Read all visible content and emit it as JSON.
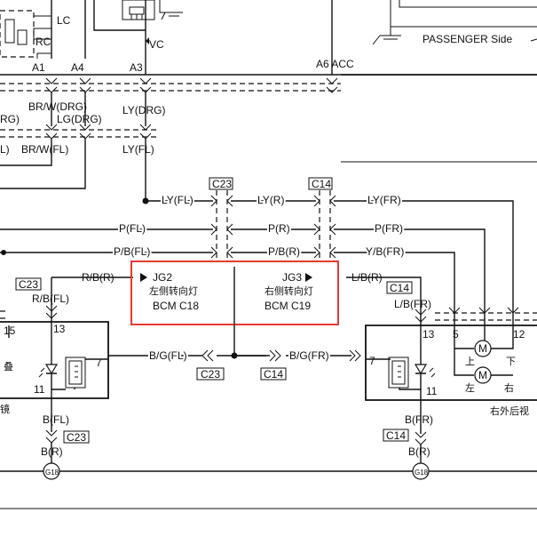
{
  "top": {
    "lc": "LC",
    "rc": "RC",
    "vc": "VC",
    "pins_left": [
      "A1",
      "A4",
      "A3"
    ],
    "a6": "A6 ACC",
    "passenger": "PASSENGER Side"
  },
  "wires": {
    "br_w_drg": "BR/W(DRG)",
    "rg_drg": "RG)",
    "lg_drg": "LG(DRG)",
    "ly_drg": "LY(DRG)",
    "l_partial": "L)",
    "br_w_fl": "BR/W(FL)",
    "ly_fl": "LY(FL)",
    "ly_fl_h": "LY(FL)",
    "ly_r": "LY(R)",
    "ly_fr": "LY(FR)",
    "p_fl": "P(FL)",
    "p_r": "P(R)",
    "p_fr": "P(FR)",
    "pb_fl": "P/B(FL)",
    "pb_r": "P/B(R)",
    "yb_fr": "Y/B(FR)",
    "rb_r": "R/B(R)",
    "rb_fl": "R/B(FL)",
    "lb_r": "L/B(R)",
    "lb_fr": "L/B(FR)",
    "bg_fl": "B/G(FL)",
    "bg_fr": "B/G(FR)",
    "b_fl": "B(FL)",
    "b_r_left": "B(R)",
    "b_fr": "B(FR)",
    "b_r_right": "B(R)"
  },
  "connectors": {
    "c23_top": "C23",
    "c14_top": "C14",
    "c23_left": "C23",
    "c14_right": "C14",
    "c23_bottom": "C23",
    "c14_bottom": "C14",
    "c23_lower_left": "C23",
    "c14_lower_right": "C14"
  },
  "highlight": {
    "jg2": "JG2",
    "jg2_cn": "左侧转向灯",
    "jg2_bcm": "BCM C18",
    "jg3": "JG3",
    "jg3_cn": "右侧转向灯",
    "jg3_bcm": "BCM C19"
  },
  "left_unit": {
    "pin15": "15",
    "pin13": "13",
    "pin7": "7",
    "pin11": "11",
    "cn1": "叠",
    "cn2": "镜"
  },
  "right_unit": {
    "pin13": "13",
    "pin7": "7",
    "pin11": "11",
    "pin5": "5",
    "pin12": "12",
    "up": "上",
    "down": "下",
    "left": "左",
    "right": "右",
    "caption": "右外后视"
  },
  "ground": {
    "left": "G18",
    "right": "G18"
  },
  "motor_label": "M",
  "colors": {
    "highlight_border": "#e53935",
    "line": "#111111"
  }
}
